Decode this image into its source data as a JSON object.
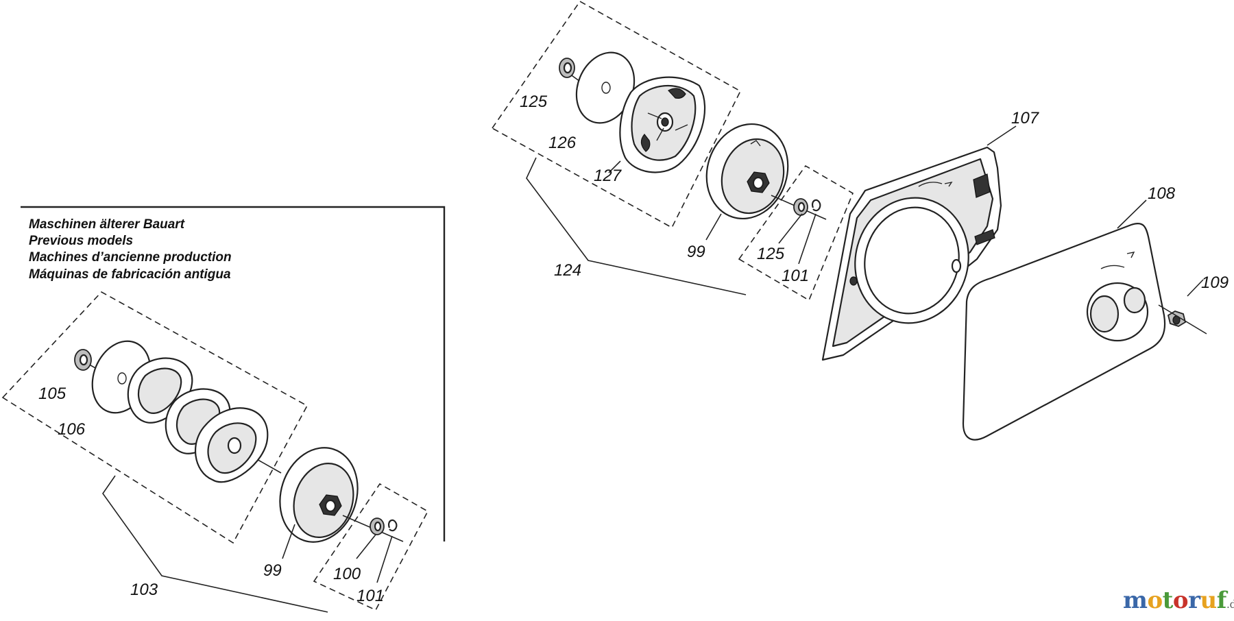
{
  "note": {
    "lines": [
      "Maschinen älterer Bauart",
      "Previous models",
      "Machines d’ancienne production",
      "Máquinas de fabricación antigua"
    ]
  },
  "labels": {
    "l125a": "125",
    "l126": "126",
    "l127": "127",
    "l124": "124",
    "l99a": "99",
    "l125b": "125",
    "l101a": "101",
    "l107": "107",
    "l108": "108",
    "l109": "109",
    "l105": "105",
    "l106": "106",
    "l103": "103",
    "l99b": "99",
    "l100": "100",
    "l101b": "101"
  },
  "watermark": {
    "letters": [
      "m",
      "o",
      "t",
      "o",
      "r",
      "u",
      "f"
    ],
    "colors": [
      "#3a67a8",
      "#e7a21f",
      "#4a9a3a",
      "#c8332b",
      "#3a67a8",
      "#e7a21f",
      "#4a9a3a"
    ],
    "tld": ".de"
  }
}
